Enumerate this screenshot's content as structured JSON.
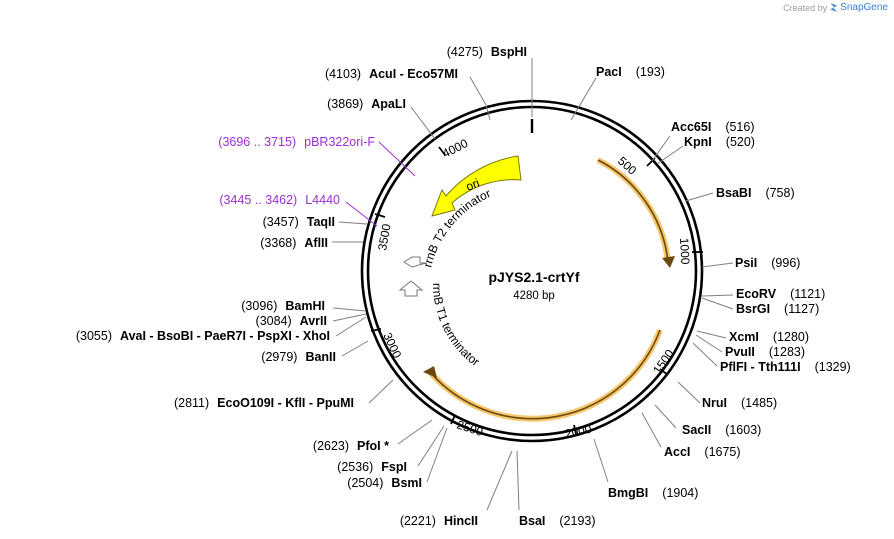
{
  "credit": {
    "prefix": "Created by",
    "brand": "SnapGene",
    "brand_icon": "snapgene-logo-icon"
  },
  "plasmid": {
    "name": "pJYS2.1-crtYf",
    "size": "4280 bp",
    "length": 4280
  },
  "colors": {
    "backbone": "#000000",
    "ori": "#ffff00",
    "ori_stroke": "#777700",
    "orf_highlight": "#f5c66a",
    "primer": "#9b30d0",
    "leader": "#808080"
  },
  "ticks": [
    {
      "pos": 500,
      "label": "500"
    },
    {
      "pos": 1000,
      "label": "1000"
    },
    {
      "pos": 1500,
      "label": "1500"
    },
    {
      "pos": 2000,
      "label": "2000"
    },
    {
      "pos": 2500,
      "label": "2500"
    },
    {
      "pos": 3000,
      "label": "3000"
    },
    {
      "pos": 3500,
      "label": "3500"
    },
    {
      "pos": 4000,
      "label": "4000"
    }
  ],
  "features": [
    {
      "name": "ori",
      "type": "ori"
    },
    {
      "name": "rrnB T2 terminator",
      "type": "terminator"
    },
    {
      "name": "rrnB T1 terminator",
      "type": "terminator"
    }
  ],
  "enzymes": [
    {
      "name": "BspHI",
      "pos": "(4275)",
      "side": "L"
    },
    {
      "name": "PacI",
      "pos": "(193)",
      "side": "R"
    },
    {
      "name": "AcuI - Eco57MI",
      "pos": "(4103)",
      "side": "L"
    },
    {
      "name": "ApaLI",
      "pos": "(3869)",
      "side": "L"
    },
    {
      "name": "Acc65I",
      "pos": "(516)",
      "side": "R"
    },
    {
      "name": "KpnI",
      "pos": "(520)",
      "side": "R"
    },
    {
      "name": "BsaBI",
      "pos": "(758)",
      "side": "R"
    },
    {
      "name": "PsiI",
      "pos": "(996)",
      "side": "R"
    },
    {
      "name": "EcoRV",
      "pos": "(1121)",
      "side": "R"
    },
    {
      "name": "BsrGI",
      "pos": "(1127)",
      "side": "R"
    },
    {
      "name": "XcmI",
      "pos": "(1280)",
      "side": "R"
    },
    {
      "name": "PvuII",
      "pos": "(1283)",
      "side": "R"
    },
    {
      "name": "PflFI - Tth111I",
      "pos": "(1329)",
      "side": "R"
    },
    {
      "name": "NruI",
      "pos": "(1485)",
      "side": "R"
    },
    {
      "name": "SacII",
      "pos": "(1603)",
      "side": "R"
    },
    {
      "name": "AccI",
      "pos": "(1675)",
      "side": "R"
    },
    {
      "name": "BmgBI",
      "pos": "(1904)",
      "side": "R"
    },
    {
      "name": "BsaI",
      "pos": "(2193)",
      "side": "R"
    },
    {
      "name": "HincII",
      "pos": "(2221)",
      "side": "L"
    },
    {
      "name": "BsmI",
      "pos": "(2504)",
      "side": "L"
    },
    {
      "name": "FspI",
      "pos": "(2536)",
      "side": "L"
    },
    {
      "name": "PfoI *",
      "pos": "(2623)",
      "side": "L"
    },
    {
      "name": "EcoO109I - KflI - PpuMI",
      "pos": "(2811)",
      "side": "L"
    },
    {
      "name": "BanII",
      "pos": "(2979)",
      "side": "L"
    },
    {
      "name": "AvaI - BsoBI - PaeR7I - PspXI - XhoI",
      "pos": "(3055)",
      "side": "L"
    },
    {
      "name": "AvrII",
      "pos": "(3084)",
      "side": "L"
    },
    {
      "name": "BamHI",
      "pos": "(3096)",
      "side": "L"
    },
    {
      "name": "AflII",
      "pos": "(3368)",
      "side": "L"
    },
    {
      "name": "TaqII",
      "pos": "(3457)",
      "side": "L"
    }
  ],
  "primers": [
    {
      "name": "L4440",
      "pos": "(3445 .. 3462)"
    },
    {
      "name": "pBR322ori-F",
      "pos": "(3696 .. 3715)"
    }
  ]
}
